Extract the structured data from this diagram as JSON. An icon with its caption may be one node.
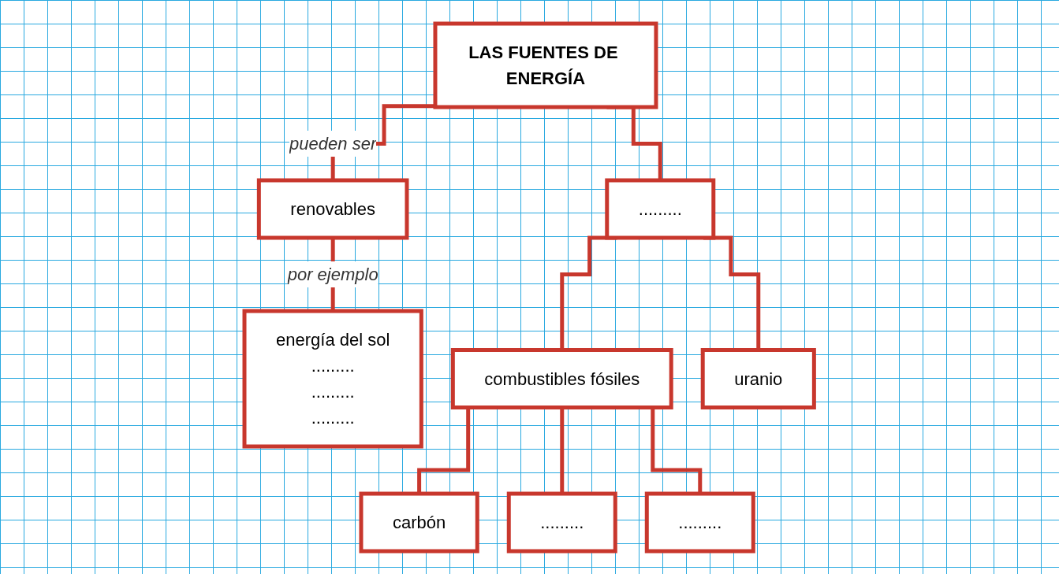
{
  "diagram": {
    "nodes": [
      {
        "text": [
          "LAS FUENTES DE ENERGÍA"
        ]
      },
      {
        "text": [
          "renovables"
        ]
      },
      {
        "text": [
          "........."
        ]
      },
      {
        "text": [
          "energía del sol",
          ".........",
          ".........",
          "........."
        ]
      },
      {
        "text": [
          "combustibles fósiles"
        ]
      },
      {
        "text": [
          "uranio"
        ]
      },
      {
        "text": [
          "carbón"
        ]
      },
      {
        "text": [
          "........."
        ]
      },
      {
        "text": [
          "........."
        ]
      }
    ],
    "edges": [
      {
        "from": 0,
        "to": 1,
        "arrow": "none",
        "label": "pueden ser"
      },
      {
        "from": 0,
        "to": 2,
        "arrow": "none"
      },
      {
        "from": 1,
        "to": 3,
        "arrow": "none",
        "label": "por ejemplo"
      },
      {
        "from": 2,
        "to": 4,
        "arrow": "none"
      },
      {
        "from": 2,
        "to": 5,
        "arrow": "none"
      },
      {
        "from": 4,
        "to": 6,
        "arrow": "none"
      },
      {
        "from": 4,
        "to": 7,
        "arrow": "none"
      },
      {
        "from": 4,
        "to": 8,
        "arrow": "none"
      }
    ]
  }
}
